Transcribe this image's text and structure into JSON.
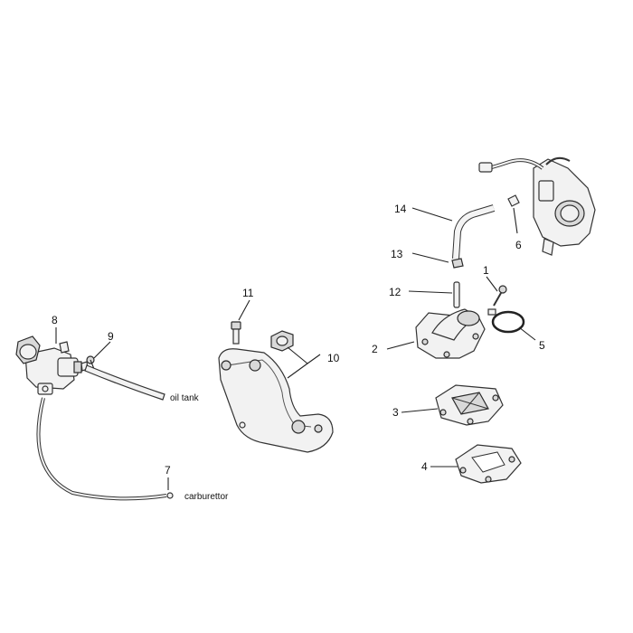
{
  "diagram": {
    "callouts": {
      "c1": "1",
      "c2": "2",
      "c3": "3",
      "c4": "4",
      "c5": "5",
      "c6": "6",
      "c7": "7",
      "c8": "8",
      "c9": "9",
      "c10": "10",
      "c11": "11",
      "c12": "12",
      "c13": "13",
      "c14": "14"
    },
    "notes": {
      "oil_tank": "oil tank",
      "carburettor": "carburettor"
    }
  }
}
